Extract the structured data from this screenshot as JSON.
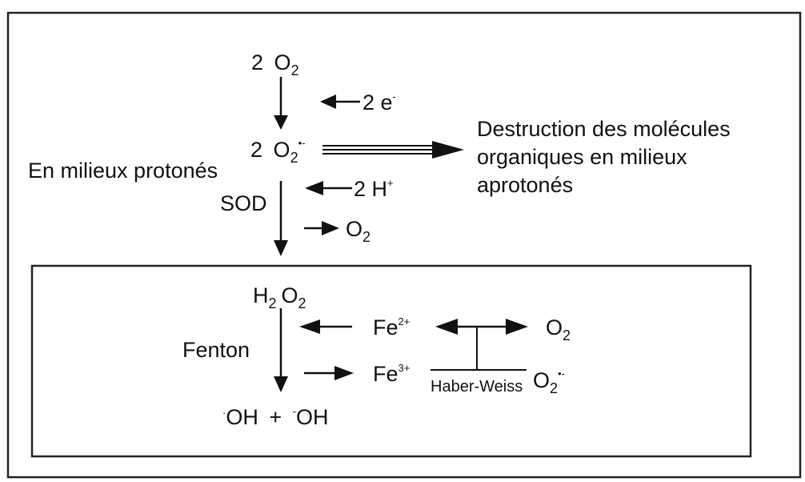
{
  "colors": {
    "ink": "#111111",
    "background": "#ffffff",
    "frame": "#222222"
  },
  "top": {
    "start_coef": "2",
    "start_species": "O",
    "start_sub": "2",
    "electron_input": "2 e",
    "electron_sup": "-",
    "superoxide_coef": "2",
    "superoxide_species": "O",
    "superoxide_sub": "2",
    "superoxide_sup": "•-",
    "destruction_lines": [
      "Destruction des molécules",
      "organiques en milieux",
      "aprotonés"
    ],
    "protic_label": "En milieux protonés",
    "enzyme_label": "SOD",
    "proton_input": "2 H",
    "proton_sup": "+",
    "oxygen_output_species": "O",
    "oxygen_output_sub": "2"
  },
  "box": {
    "peroxide_h": "H",
    "peroxide_h_sub": "2",
    "peroxide_o": "O",
    "peroxide_o_sub": "2",
    "fenton_label": "Fenton",
    "fe2_base": "Fe",
    "fe2_sup": "2+",
    "fe3_base": "Fe",
    "fe3_sup": "3+",
    "o2_species": "O",
    "o2_sub": "2",
    "superoxide_species": "O",
    "superoxide_sub": "2",
    "superoxide_sup": "•-",
    "haber_weiss_label": "Haber-Weiss",
    "products_radical_dot": "·",
    "products_radical": "OH",
    "products_plus": "+",
    "products_anion_sign": "-",
    "products_anion": "OH"
  }
}
